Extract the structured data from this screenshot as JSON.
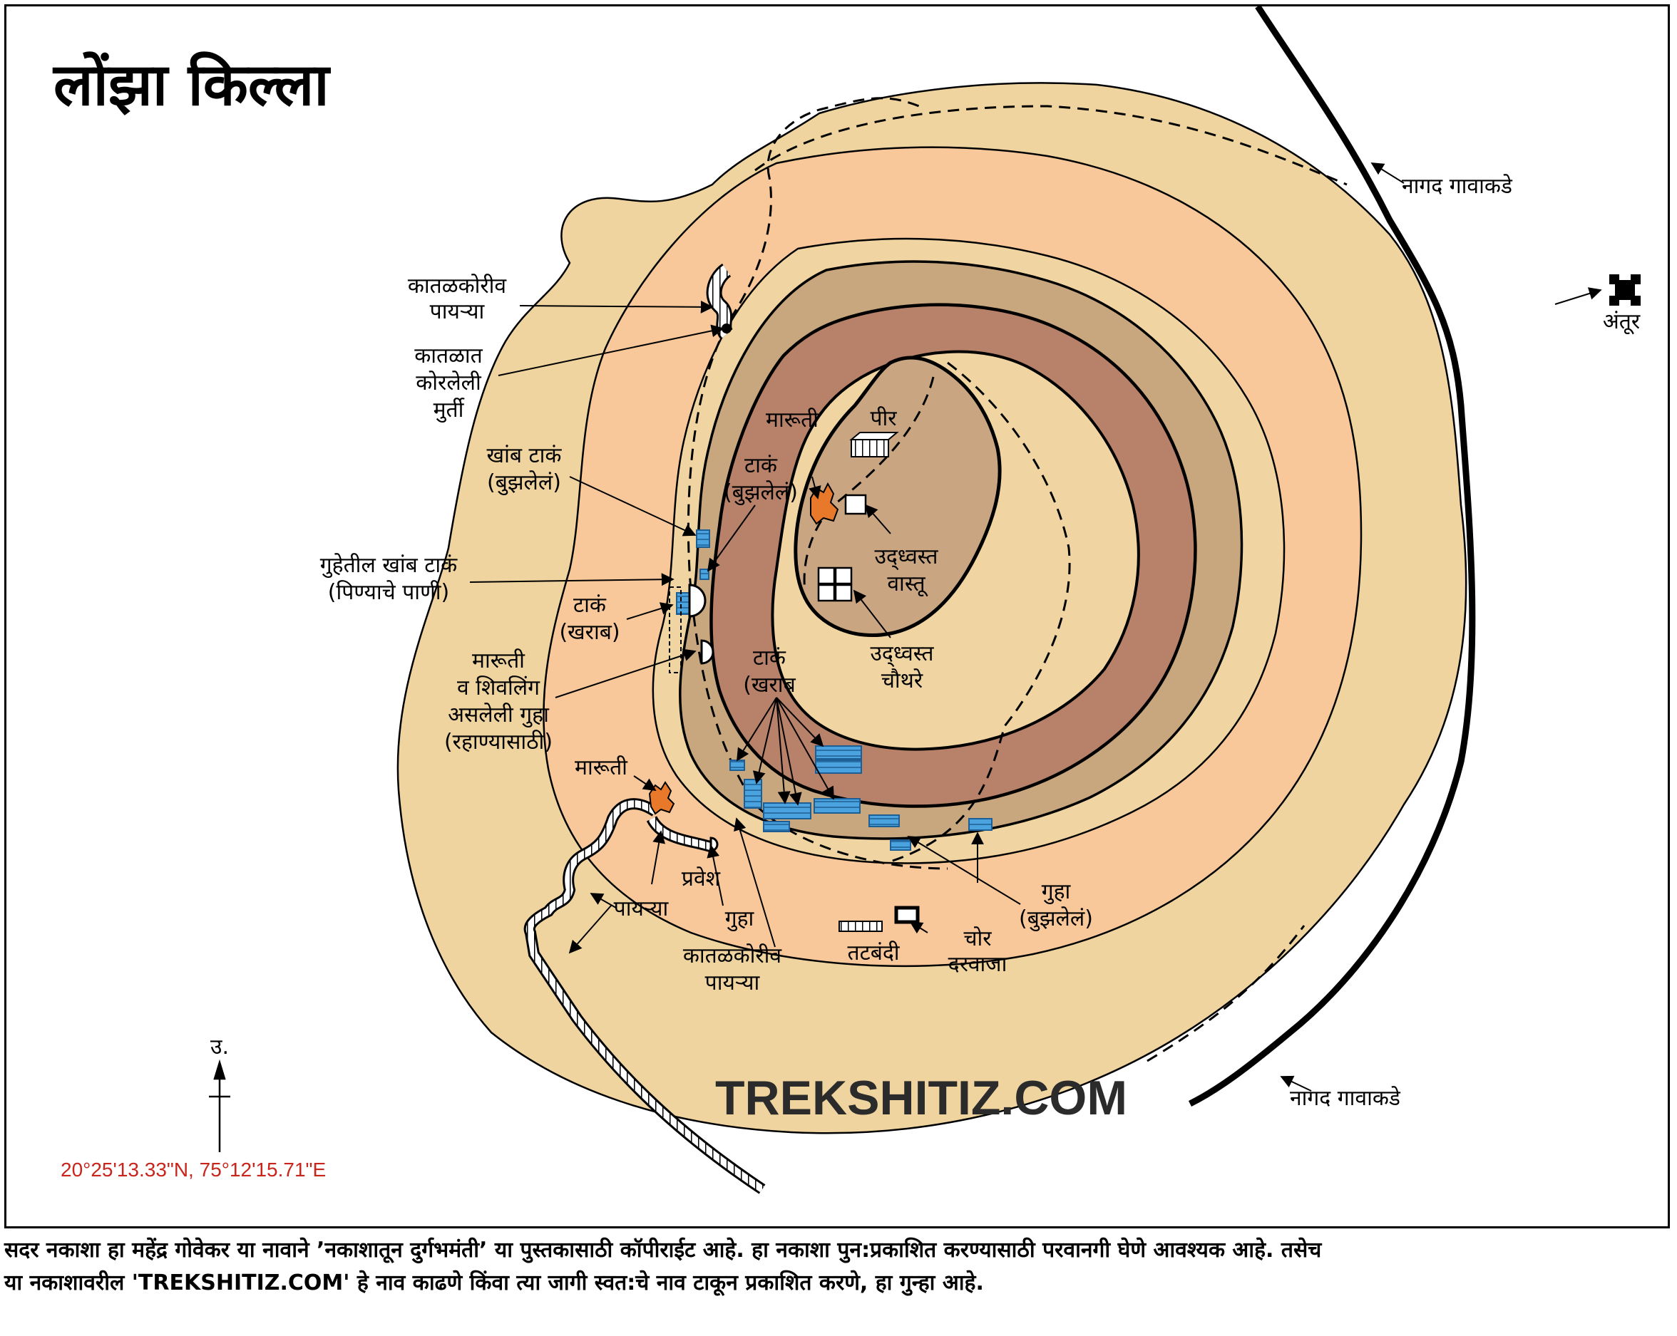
{
  "title": "लोंझा किल्ला",
  "brand": "TREKSHITIZ.COM",
  "coordinates": "20°25'13.33\"N, 75°12'15.71\"E",
  "north_symbol": "उ.",
  "colors": {
    "outer_land": "#efd49f",
    "slope_light": "#f8c89a",
    "ring_sand": "#f0d5a2",
    "ring_tan": "#c9a77e",
    "ring_brown": "#b88169",
    "plateau": "#c9a681",
    "tank_blue": "#4aa3de",
    "idol_orange": "#e8792a",
    "coord_red": "#c8251c"
  },
  "labels": {
    "nagad_top": "नागद गावाकडे",
    "nagad_bottom": "नागद गावाकडे",
    "antur": "अंतूर",
    "katal_steps_top_1": "कातळकोरीव",
    "katal_steps_top_2": "पायऱ्या",
    "idol_1": "कातळात",
    "idol_2": "कोरलेली",
    "idol_3": "मुर्ती",
    "khamb_tank_1": "खांब टाकं",
    "khamb_tank_2": "(बुझलेलं)",
    "cave_tank_1": "गुहेतील खांब टाकं",
    "cave_tank_2": "(पिण्याचे पाणी)",
    "tank_bad_left_1": "टाकं",
    "tank_bad_left_2": "(खराब)",
    "maruti_cave_1": "मारूती",
    "maruti_cave_2": "व शिवलिंग",
    "maruti_cave_3": "असलेली गुहा",
    "maruti_cave_4": "(रहाण्यासाठी)",
    "maruti_lower": "मारूती",
    "steps_lower": "पायऱ्या",
    "entrance": "प्रवेश",
    "cave": "गुहा",
    "katal_steps_bottom_1": "कातळकोरीव",
    "katal_steps_bottom_2": "पायऱ्या",
    "fort_wall": "तटबंदी",
    "chor_1": "चोर",
    "chor_2": "दरवाजा",
    "cave_filled_1": "गुहा",
    "cave_filled_2": "(बुझलेलं)",
    "tank_bad_mid_1": "टाकं",
    "tank_bad_mid_2": "(खराब",
    "tank_filled_1": "टाकं",
    "tank_filled_2": "(बुझलेलं)",
    "maruti_top": "मारूती",
    "peer": "पीर",
    "ruins_1": "उद्ध्वस्त",
    "ruins_2": "वास्तू",
    "platforms_1": "उद्ध्वस्त",
    "platforms_2": "चौथरे"
  },
  "footer": {
    "line1": "सदर नकाशा हा महेंद्र गोवेकर या नावाने ’नकाशातून दुर्गभमंती’ या पुस्तकासाठी कॉपीराईट आहे. हा नकाशा पुन:प्रकाशित करण्यासाठी परवानगी घेणे आवश्यक आहे. तसेच",
    "line2": "या नकाशावरील 'TREKSHITIZ.COM' हे नाव काढणे किंवा त्या जागी स्वत:चे नाव टाकून प्रकाशित करणे, हा गुन्हा आहे."
  }
}
